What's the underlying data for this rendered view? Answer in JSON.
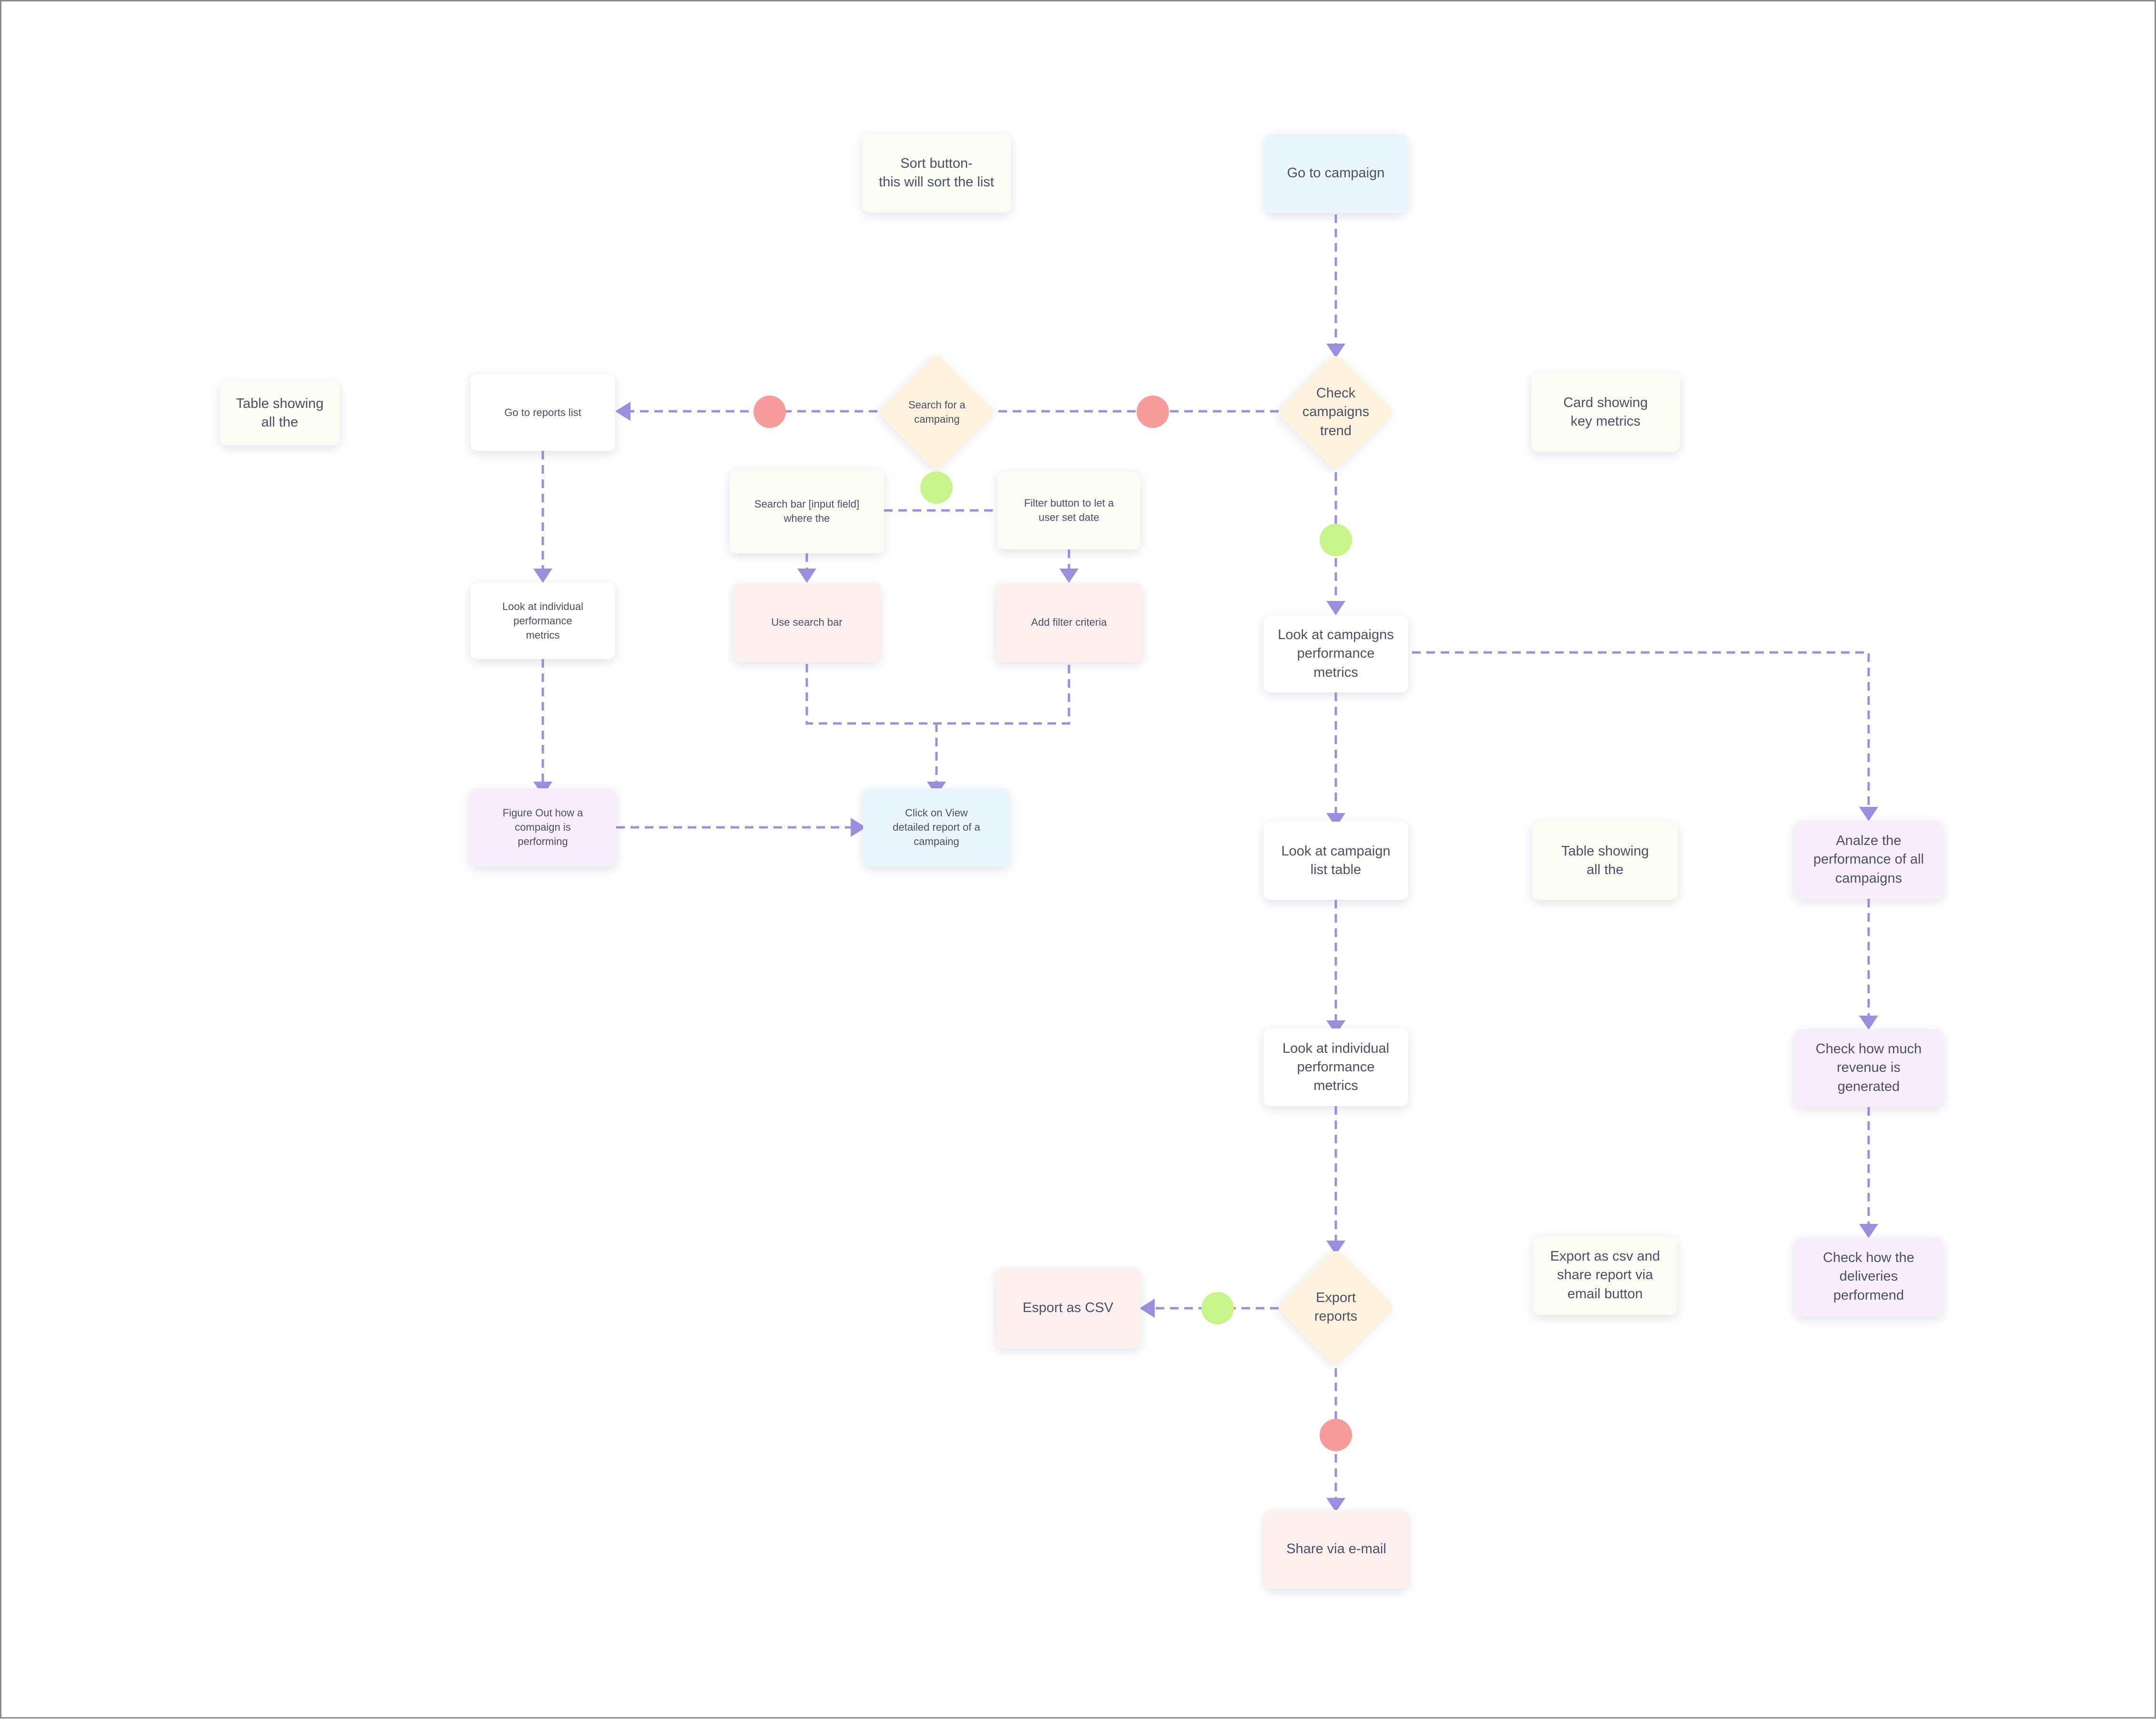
{
  "colors": {
    "connector": "#9b8fe0",
    "no_dot": "#f79b9b",
    "yes_dot": "#c8f58a",
    "diamond_fill": "#fff3e0",
    "blue_fill": "#eaf6fe",
    "pink_fill": "#fff0f0",
    "purple_fill": "#f8eefc",
    "note_fill": "#fbfdf4"
  },
  "nodes": {
    "sort_note": "Sort button-\nthis will sort the list",
    "go_to_campaign": "Go to campaign",
    "table_note_top": "Table showing\nall the",
    "go_to_reports_list": "Go to reports list",
    "search_decision": "Search for a\ncampaing",
    "check_trend_decision": "Check\ncampaigns\ntrend",
    "card_note": "Card showing\nkey metrics",
    "search_bar_note": "Search bar [input field]\nwhere the",
    "filter_note": "Filter button to let a\nuser set date",
    "look_individual_left": "Look at individual\nperformance\nmetrics",
    "use_search_bar": "Use search bar",
    "add_filter": "Add filter criteria",
    "look_campaigns_perf": "Look at campaigns\nperformance\nmetrics",
    "figure_out": "Figure Out how a\ncompaign is\nperforming",
    "click_view": "Click on View\ndetailed report of a\ncampaing",
    "look_campaign_table": "Look at campaign\nlist table",
    "table_note_right": "Table showing\nall the",
    "analyze_all": "Analze the\nperformance of all\ncampaigns",
    "look_individual_right": "Look at individual\nperformance\nmetrics",
    "check_revenue": "Check how much\nrevenue is\ngenerated",
    "export_note": "Export as csv and\nshare report via\nemail button",
    "check_deliveries": "Check how the\ndeliveries\nperformend",
    "export_csv": "Esport as CSV",
    "export_decision": "Export\nreports",
    "share_email": "Share via e-mail"
  }
}
